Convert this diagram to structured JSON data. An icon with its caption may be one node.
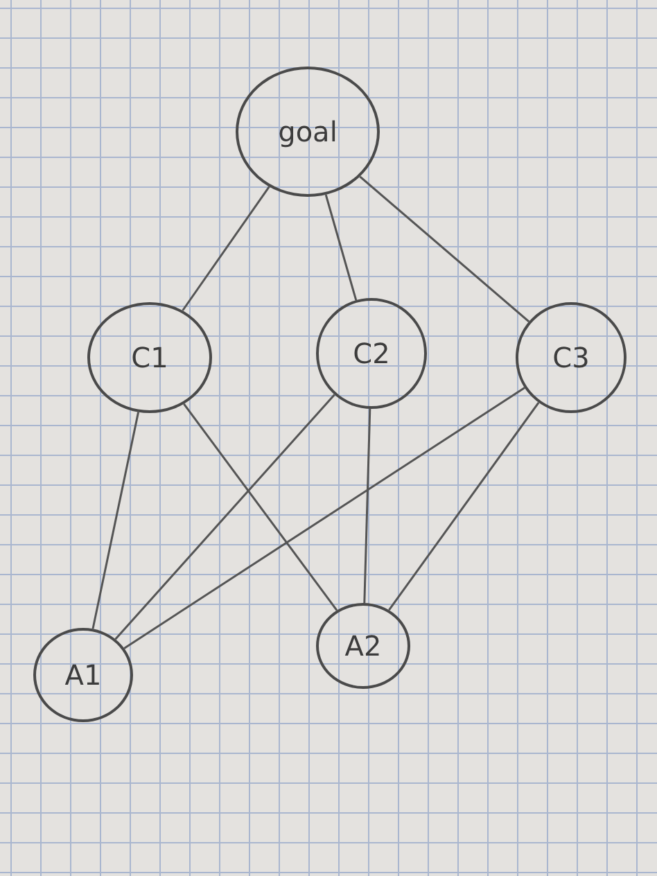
{
  "diagram": {
    "nodes": [
      {
        "text": [
          "goal"
        ]
      },
      {
        "text": [
          "C1"
        ]
      },
      {
        "text": [
          "C2"
        ]
      },
      {
        "text": [
          "C3"
        ]
      },
      {
        "text": [
          "A1"
        ]
      },
      {
        "text": [
          "A2"
        ]
      }
    ],
    "edges": [
      {
        "from": 0,
        "to": 1,
        "arrow": "none"
      },
      {
        "from": 0,
        "to": 2,
        "arrow": "none"
      },
      {
        "from": 0,
        "to": 3,
        "arrow": "none"
      },
      {
        "from": 1,
        "to": 4,
        "arrow": "none"
      },
      {
        "from": 1,
        "to": 5,
        "arrow": "none"
      },
      {
        "from": 2,
        "to": 4,
        "arrow": "none"
      },
      {
        "from": 2,
        "to": 5,
        "arrow": "none"
      },
      {
        "from": 3,
        "to": 4,
        "arrow": "none"
      },
      {
        "from": 3,
        "to": 5,
        "arrow": "none"
      }
    ]
  }
}
